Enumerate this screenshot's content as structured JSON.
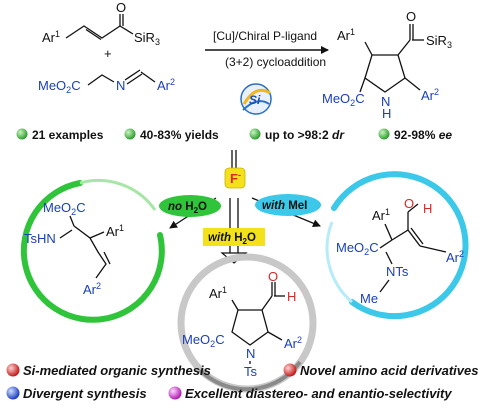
{
  "reaction": {
    "substrate": {
      "ar1": "Ar",
      "ar1_sup": "1",
      "oxygen": "O",
      "sir3": "SiR",
      "sir3_sub": "3",
      "plus": "+"
    },
    "imine": {
      "ester": "MeO",
      "ester_sub": "2",
      "ester_end": "C",
      "nitrogen": "N",
      "ar2": "Ar",
      "ar2_sup": "2"
    },
    "conditions": {
      "catalyst": "[Cu]/Chiral P-ligand",
      "type": "(3+2) cycloaddition"
    },
    "logo": {
      "text": "Si"
    },
    "product": {
      "ar1": "Ar",
      "ar1_sup": "1",
      "oxygen": "O",
      "sir3": "SiR",
      "sir3_sub": "3",
      "ester": "MeO",
      "ester_sub": "2",
      "ester_end": "C",
      "nh": "N",
      "h": "H",
      "ar2": "Ar",
      "ar2_sup": "2"
    }
  },
  "stats": [
    {
      "text": "21 examples",
      "color": "#3cb83c"
    },
    {
      "text": "40-83% yields",
      "color": "#3cb83c"
    },
    {
      "pre": "up to >98:2 ",
      "italic": "dr",
      "color": "#3cb83c"
    },
    {
      "pre": "92-98% ",
      "italic": "ee",
      "color": "#3cb83c"
    }
  ],
  "fluoride": {
    "symbol": "F",
    "charge": "-"
  },
  "branches": {
    "left": {
      "pre": "no",
      "main": " H",
      "sub": "2",
      "end": "O",
      "color": "#2fc43a"
    },
    "center": {
      "main": "with",
      "rest": " H",
      "sub": "2",
      "end": "O",
      "color": "#f3e21a"
    },
    "right": {
      "main": "with",
      "rest": " MeI",
      "color": "#3cc8e8"
    }
  },
  "left_product": {
    "ester": "MeO",
    "ester_sub": "2",
    "ester_end": "C",
    "tshn": "TsHN",
    "ar1": "Ar",
    "ar1_sup": "1",
    "ar2": "Ar",
    "ar2_sup": "2"
  },
  "center_product": {
    "ar1": "Ar",
    "ar1_sup": "1",
    "oxygen": "O",
    "h": "H",
    "ester": "MeO",
    "ester_sub": "2",
    "ester_end": "C",
    "n": "N",
    "ts": "Ts",
    "ar2": "Ar",
    "ar2_sup": "2"
  },
  "right_product": {
    "ar1": "Ar",
    "ar1_sup": "1",
    "oxygen": "O",
    "h": "H",
    "ester": "MeO",
    "ester_sub": "2",
    "ester_end": "C",
    "nts": "NTs",
    "me": "Me",
    "ar2": "Ar",
    "ar2_sup": "2"
  },
  "features": [
    {
      "text": "Si-mediated organic synthesis",
      "color": "#e03030"
    },
    {
      "text": "Novel amino acid derivatives",
      "color": "#e03030"
    },
    {
      "text": "Divergent synthesis",
      "color": "#2f5fe0"
    },
    {
      "text": "Excellent diastereo- and enantio-selectivity",
      "color": "#d040d0"
    }
  ],
  "colors": {
    "black": "#111111",
    "blue": "#1a3fb8",
    "red": "#d42a2a",
    "green_ring": "#2fc43a",
    "cyan_ring": "#3cc8e8",
    "gray_ring": "#9a9a9a",
    "fluoride_bg": "#f3e21a"
  }
}
